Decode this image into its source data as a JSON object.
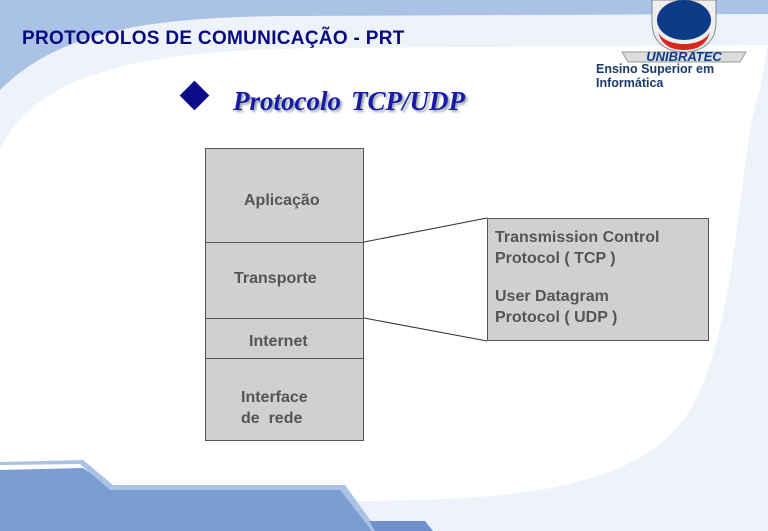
{
  "header": {
    "title": "PROTOCOLOS DE COMUNICAÇÃO - PRT"
  },
  "logo": {
    "brand": "UNIBRATEC",
    "tagline": "Ensino Superior em Informática"
  },
  "slide": {
    "title_part1": "Protocolo",
    "title_part2": "TCP/UDP"
  },
  "diagram": {
    "layers": [
      "Aplicação",
      "Transporte",
      "Internet",
      "Interface de rede"
    ],
    "interface_line1": "Interface",
    "interface_line2": "de  rede",
    "callout": {
      "tcp_line1": "Transmission Control",
      "tcp_line2": "Protocol ( TCP )",
      "udp_line1": "User Datagram",
      "udp_line2": "Protocol ( UDP )"
    }
  },
  "colors": {
    "accent": "#0a0a80",
    "band": "#7b9ed2",
    "light_band": "#a9c2e6"
  }
}
